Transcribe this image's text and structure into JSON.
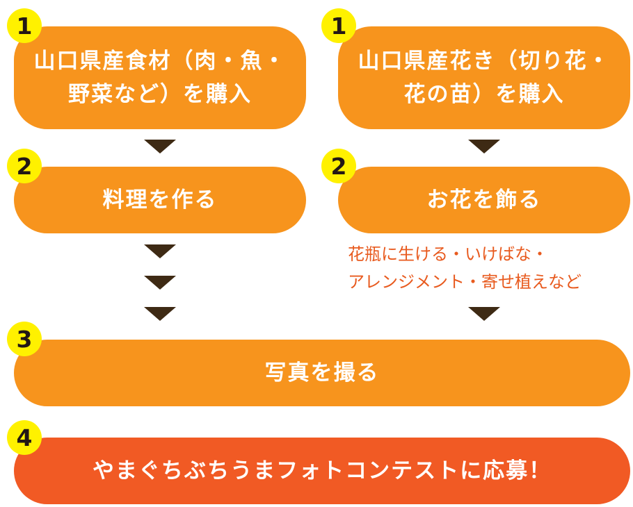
{
  "colors": {
    "box": "#f7941d",
    "final_box": "#f15a24",
    "badge": "#fff100",
    "arrow": "#3e2a14",
    "note_text": "#e85a1e"
  },
  "left_column": {
    "step1": {
      "badge": "1",
      "lines": [
        "山口県産食材（肉・魚・",
        "野菜など）を購入"
      ]
    },
    "step2": {
      "badge": "2",
      "label": "料理を作る"
    }
  },
  "right_column": {
    "step1": {
      "badge": "1",
      "lines": [
        "山口県産花き（切り花・",
        "花の苗）を購入"
      ]
    },
    "step2": {
      "badge": "2",
      "label": "お花を飾る"
    },
    "note_lines": [
      "花瓶に生ける・いけばな・",
      "アレンジメント・寄せ植えなど"
    ]
  },
  "step3": {
    "badge": "3",
    "label": "写真を撮る"
  },
  "step4": {
    "badge": "4",
    "label": "やまぐちぶちうまフォトコンテストに応募！"
  }
}
